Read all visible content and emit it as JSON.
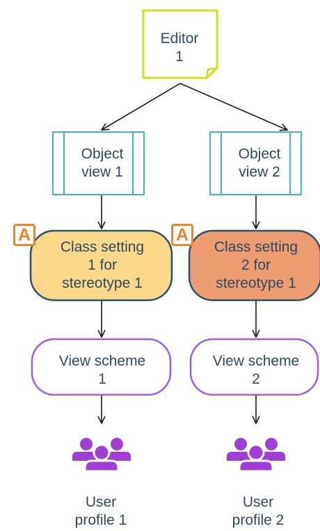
{
  "colors": {
    "editor_border": "#d4dc1e",
    "object_view_border": "#40b7b7",
    "class_setting_1_fill": "#fcd98a",
    "class_setting_2_fill": "#ee9d73",
    "class_setting_border": "#29516a",
    "view_scheme_border": "#9b5de5",
    "user_icon": "#9f3fd4",
    "badge": "#e8852e",
    "text": "#2d4a60",
    "arrow": "#1a1a1a"
  },
  "editor": {
    "label": "Editor\n1"
  },
  "branches": [
    {
      "object_view": "Object\nview 1",
      "badge": "A",
      "class_setting": "Class setting\n1 for\nstereotype 1",
      "view_scheme": "View scheme\n1",
      "user_profile": "User\nprofile 1",
      "icon": "user-group-icon"
    },
    {
      "object_view": "Object\nview 2",
      "badge": "A",
      "class_setting": "Class setting\n2 for\nstereotype 1",
      "view_scheme": "View scheme\n2",
      "user_profile": "User\nprofile 2",
      "icon": "user-group-icon"
    }
  ]
}
